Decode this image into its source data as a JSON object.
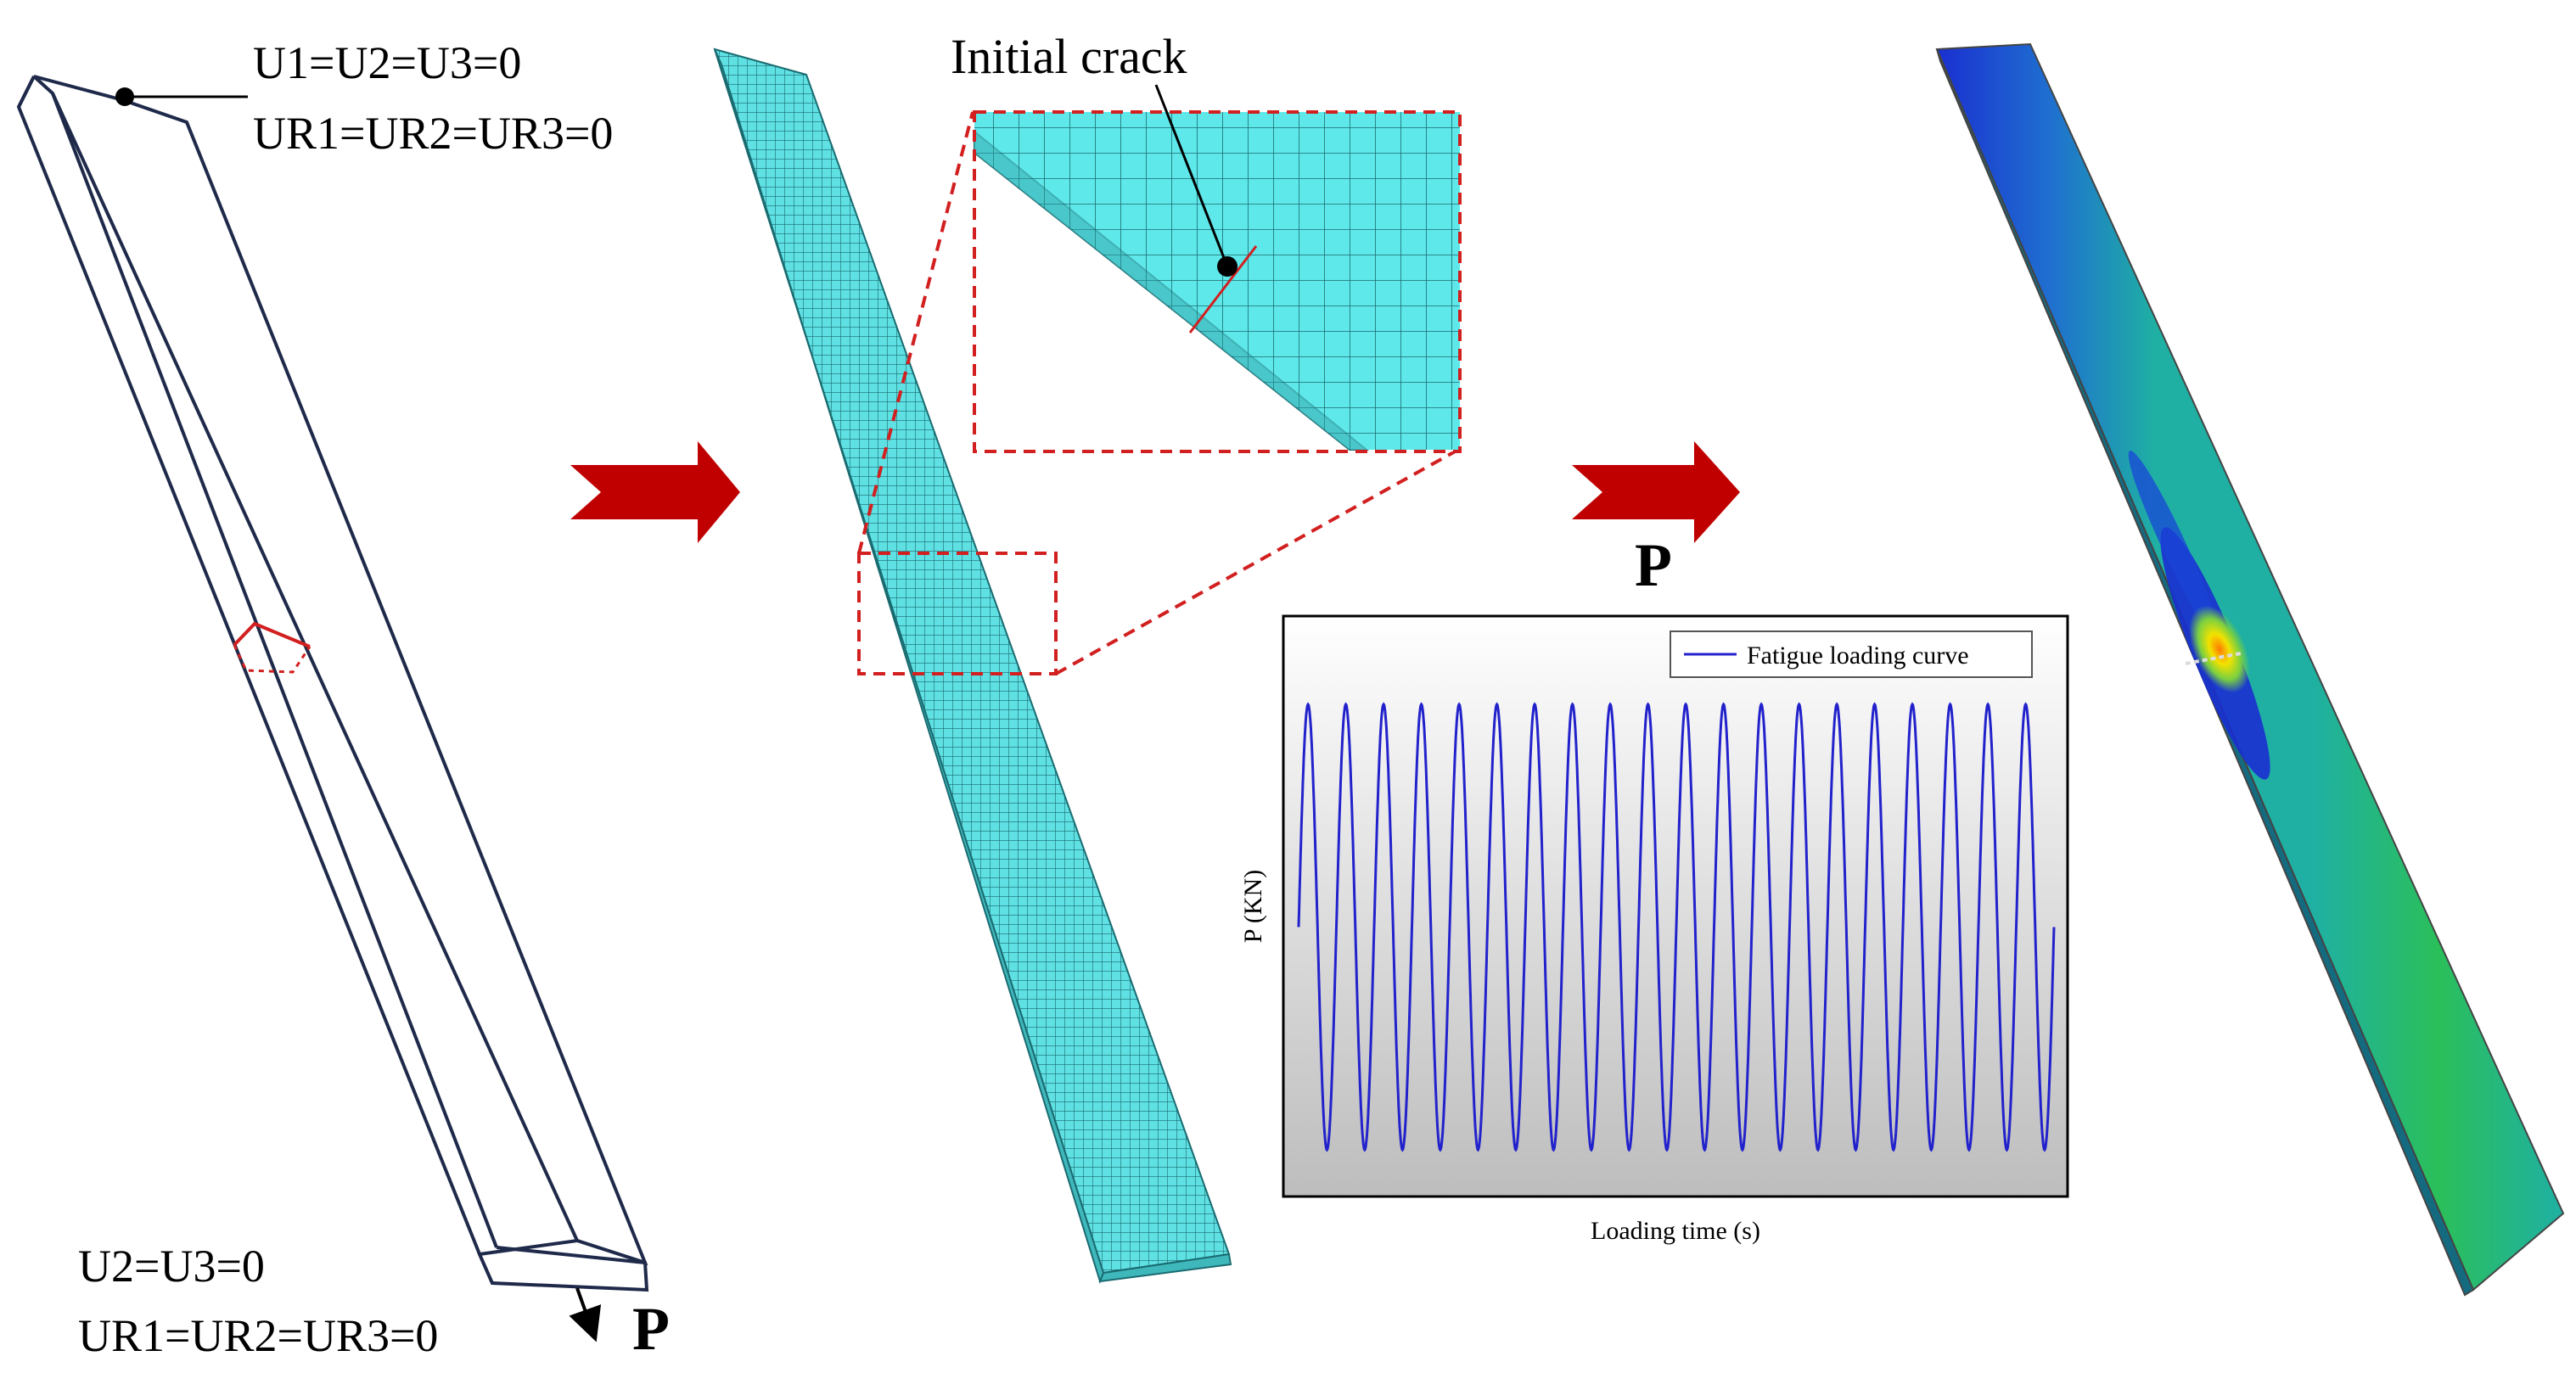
{
  "boundary_top": {
    "line1": "U1=U2=U3=0",
    "line2": "UR1=UR2=UR3=0"
  },
  "boundary_bottom": {
    "line1": "U2=U3=0",
    "line2": "UR1=UR2=UR3=0"
  },
  "load_label": "P",
  "mesh_callout": {
    "label": "Initial crack"
  },
  "chart_data": {
    "type": "line",
    "title": "",
    "xlabel": "Loading time (s)",
    "ylabel": "P (KN)",
    "grid": false,
    "legend_position": "top-right",
    "series": [
      {
        "name": "Fatigue loading curve",
        "color": "#2222cc",
        "form": "sine",
        "cycles": 20,
        "start_level": 0.5,
        "peak_level": 1.0,
        "trough_level": 0.0
      }
    ]
  },
  "colors": {
    "outline": "#1f2a4a",
    "crack_marker": "#d21f1f",
    "arrow": "#c00000",
    "mesh_fill": "#5fe0e3",
    "mesh_line": "#1a6b70",
    "zoom_box": "#d21f1f",
    "contour_base": "#1fb0a3",
    "contour_green": "#2bbf5a",
    "contour_blue": "#1a2fd0",
    "curve": "#2222cc"
  }
}
